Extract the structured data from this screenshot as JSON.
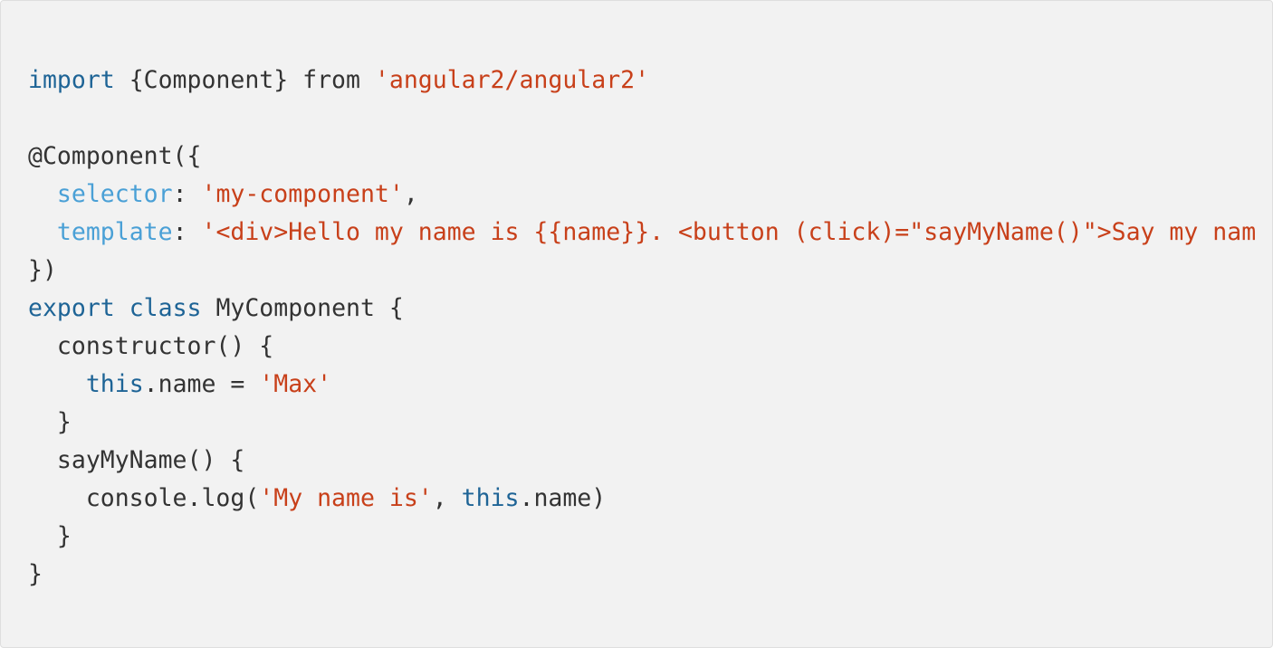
{
  "code": {
    "language": "typescript",
    "colors": {
      "background": "#f2f2f2",
      "keyword": "#1e6496",
      "property": "#4aa0d6",
      "string": "#c8401a",
      "text": "#333333"
    },
    "lines": [
      [
        {
          "type": "kw",
          "text": "import"
        },
        {
          "type": "plain",
          "text": " {Component} from "
        },
        {
          "type": "str",
          "text": "'angular2/angular2'"
        }
      ],
      [],
      [
        {
          "type": "plain",
          "text": "@Component({"
        }
      ],
      [
        {
          "type": "plain",
          "text": "  "
        },
        {
          "type": "prop",
          "text": "selector"
        },
        {
          "type": "plain",
          "text": ": "
        },
        {
          "type": "str",
          "text": "'my-component'"
        },
        {
          "type": "plain",
          "text": ","
        }
      ],
      [
        {
          "type": "plain",
          "text": "  "
        },
        {
          "type": "prop",
          "text": "template"
        },
        {
          "type": "plain",
          "text": ": "
        },
        {
          "type": "str",
          "text": "'<div>Hello my name is {{name}}. <button (click)=\"sayMyName()\">Say my nam"
        }
      ],
      [
        {
          "type": "plain",
          "text": "})"
        }
      ],
      [
        {
          "type": "kw",
          "text": "export"
        },
        {
          "type": "plain",
          "text": " "
        },
        {
          "type": "kw",
          "text": "class"
        },
        {
          "type": "plain",
          "text": " MyComponent {"
        }
      ],
      [
        {
          "type": "plain",
          "text": "  constructor() {"
        }
      ],
      [
        {
          "type": "plain",
          "text": "    "
        },
        {
          "type": "kw",
          "text": "this"
        },
        {
          "type": "plain",
          "text": ".name = "
        },
        {
          "type": "str",
          "text": "'Max'"
        }
      ],
      [
        {
          "type": "plain",
          "text": "  }"
        }
      ],
      [
        {
          "type": "plain",
          "text": "  sayMyName() {"
        }
      ],
      [
        {
          "type": "plain",
          "text": "    console.log("
        },
        {
          "type": "str",
          "text": "'My name is'"
        },
        {
          "type": "plain",
          "text": ", "
        },
        {
          "type": "kw",
          "text": "this"
        },
        {
          "type": "plain",
          "text": ".name)"
        }
      ],
      [
        {
          "type": "plain",
          "text": "  }"
        }
      ],
      [
        {
          "type": "plain",
          "text": "}"
        }
      ]
    ]
  }
}
